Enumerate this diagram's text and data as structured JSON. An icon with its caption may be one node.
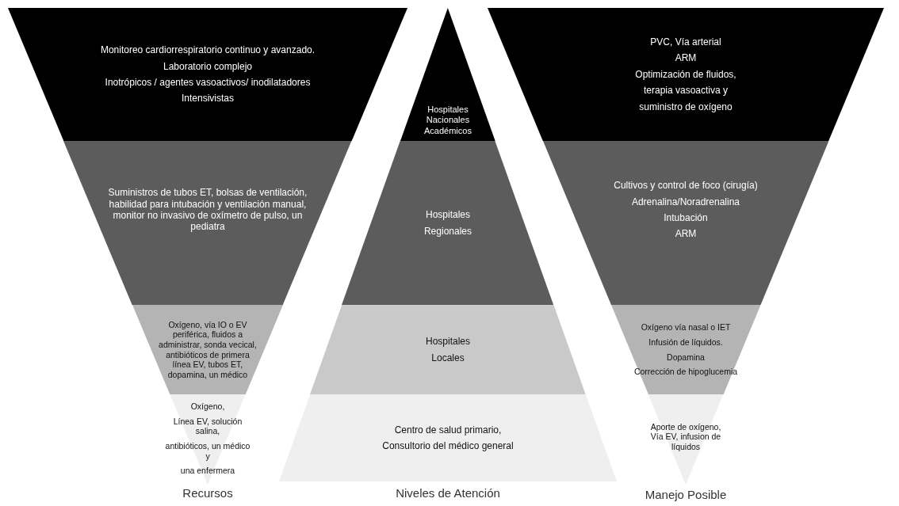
{
  "diagram": {
    "nodes": [
      {
        "text": [
          "Monitoreo cardiorrespiratorio continuo y avanzado.",
          "Laboratorio  complejo",
          "Inotrópicos / agentes vasoactivos/ inodilatadores",
          "Intensivistas"
        ]
      },
      {
        "text": [
          "Suministros de tubos ET, bolsas de ventilación, habilidad para intubación y ventilación manual, monitor no invasivo de oxímetro de pulso, un pediatra"
        ]
      },
      {
        "text": [
          "Oxígeno, vía IO o EV periférica, fluidos a administrar, sonda vecical, antibióticos de primera línea EV, tubos ET, dopamina, un médico"
        ]
      },
      {
        "text": [
          "Oxígeno,",
          "Línea EV, solución salina,",
          "antibióticos, un médico y",
          "una enfermera"
        ]
      },
      {
        "text": [
          "Hospitales Nacionales Académicos"
        ]
      },
      {
        "text": [
          "Hospitales",
          "Regionales"
        ]
      },
      {
        "text": [
          "Hospitales",
          "Locales"
        ]
      },
      {
        "text": [
          "Centro de salud primario,",
          "Consultorio del médico general"
        ]
      },
      {
        "text": [
          "PVC, Vía arterial",
          "ARM",
          "Optimización de fluidos,",
          "terapia vasoactiva y",
          "suministro de oxígeno"
        ]
      },
      {
        "text": [
          "Cultivos y control de foco (cirugía)",
          "Adrenalina/Noradrenalina",
          "Intubación",
          "ARM"
        ]
      },
      {
        "text": [
          "Oxígeno vía nasal o IET",
          "Infusión de líquidos.",
          "Dopamina",
          "Corrección de hipoglucemia"
        ]
      },
      {
        "text": [
          "Aporte de oxígeno, Vía EV, infusion de líquidos"
        ]
      }
    ],
    "labels": [
      "Recursos",
      "Niveles de Atención",
      "Manejo Posible"
    ]
  }
}
